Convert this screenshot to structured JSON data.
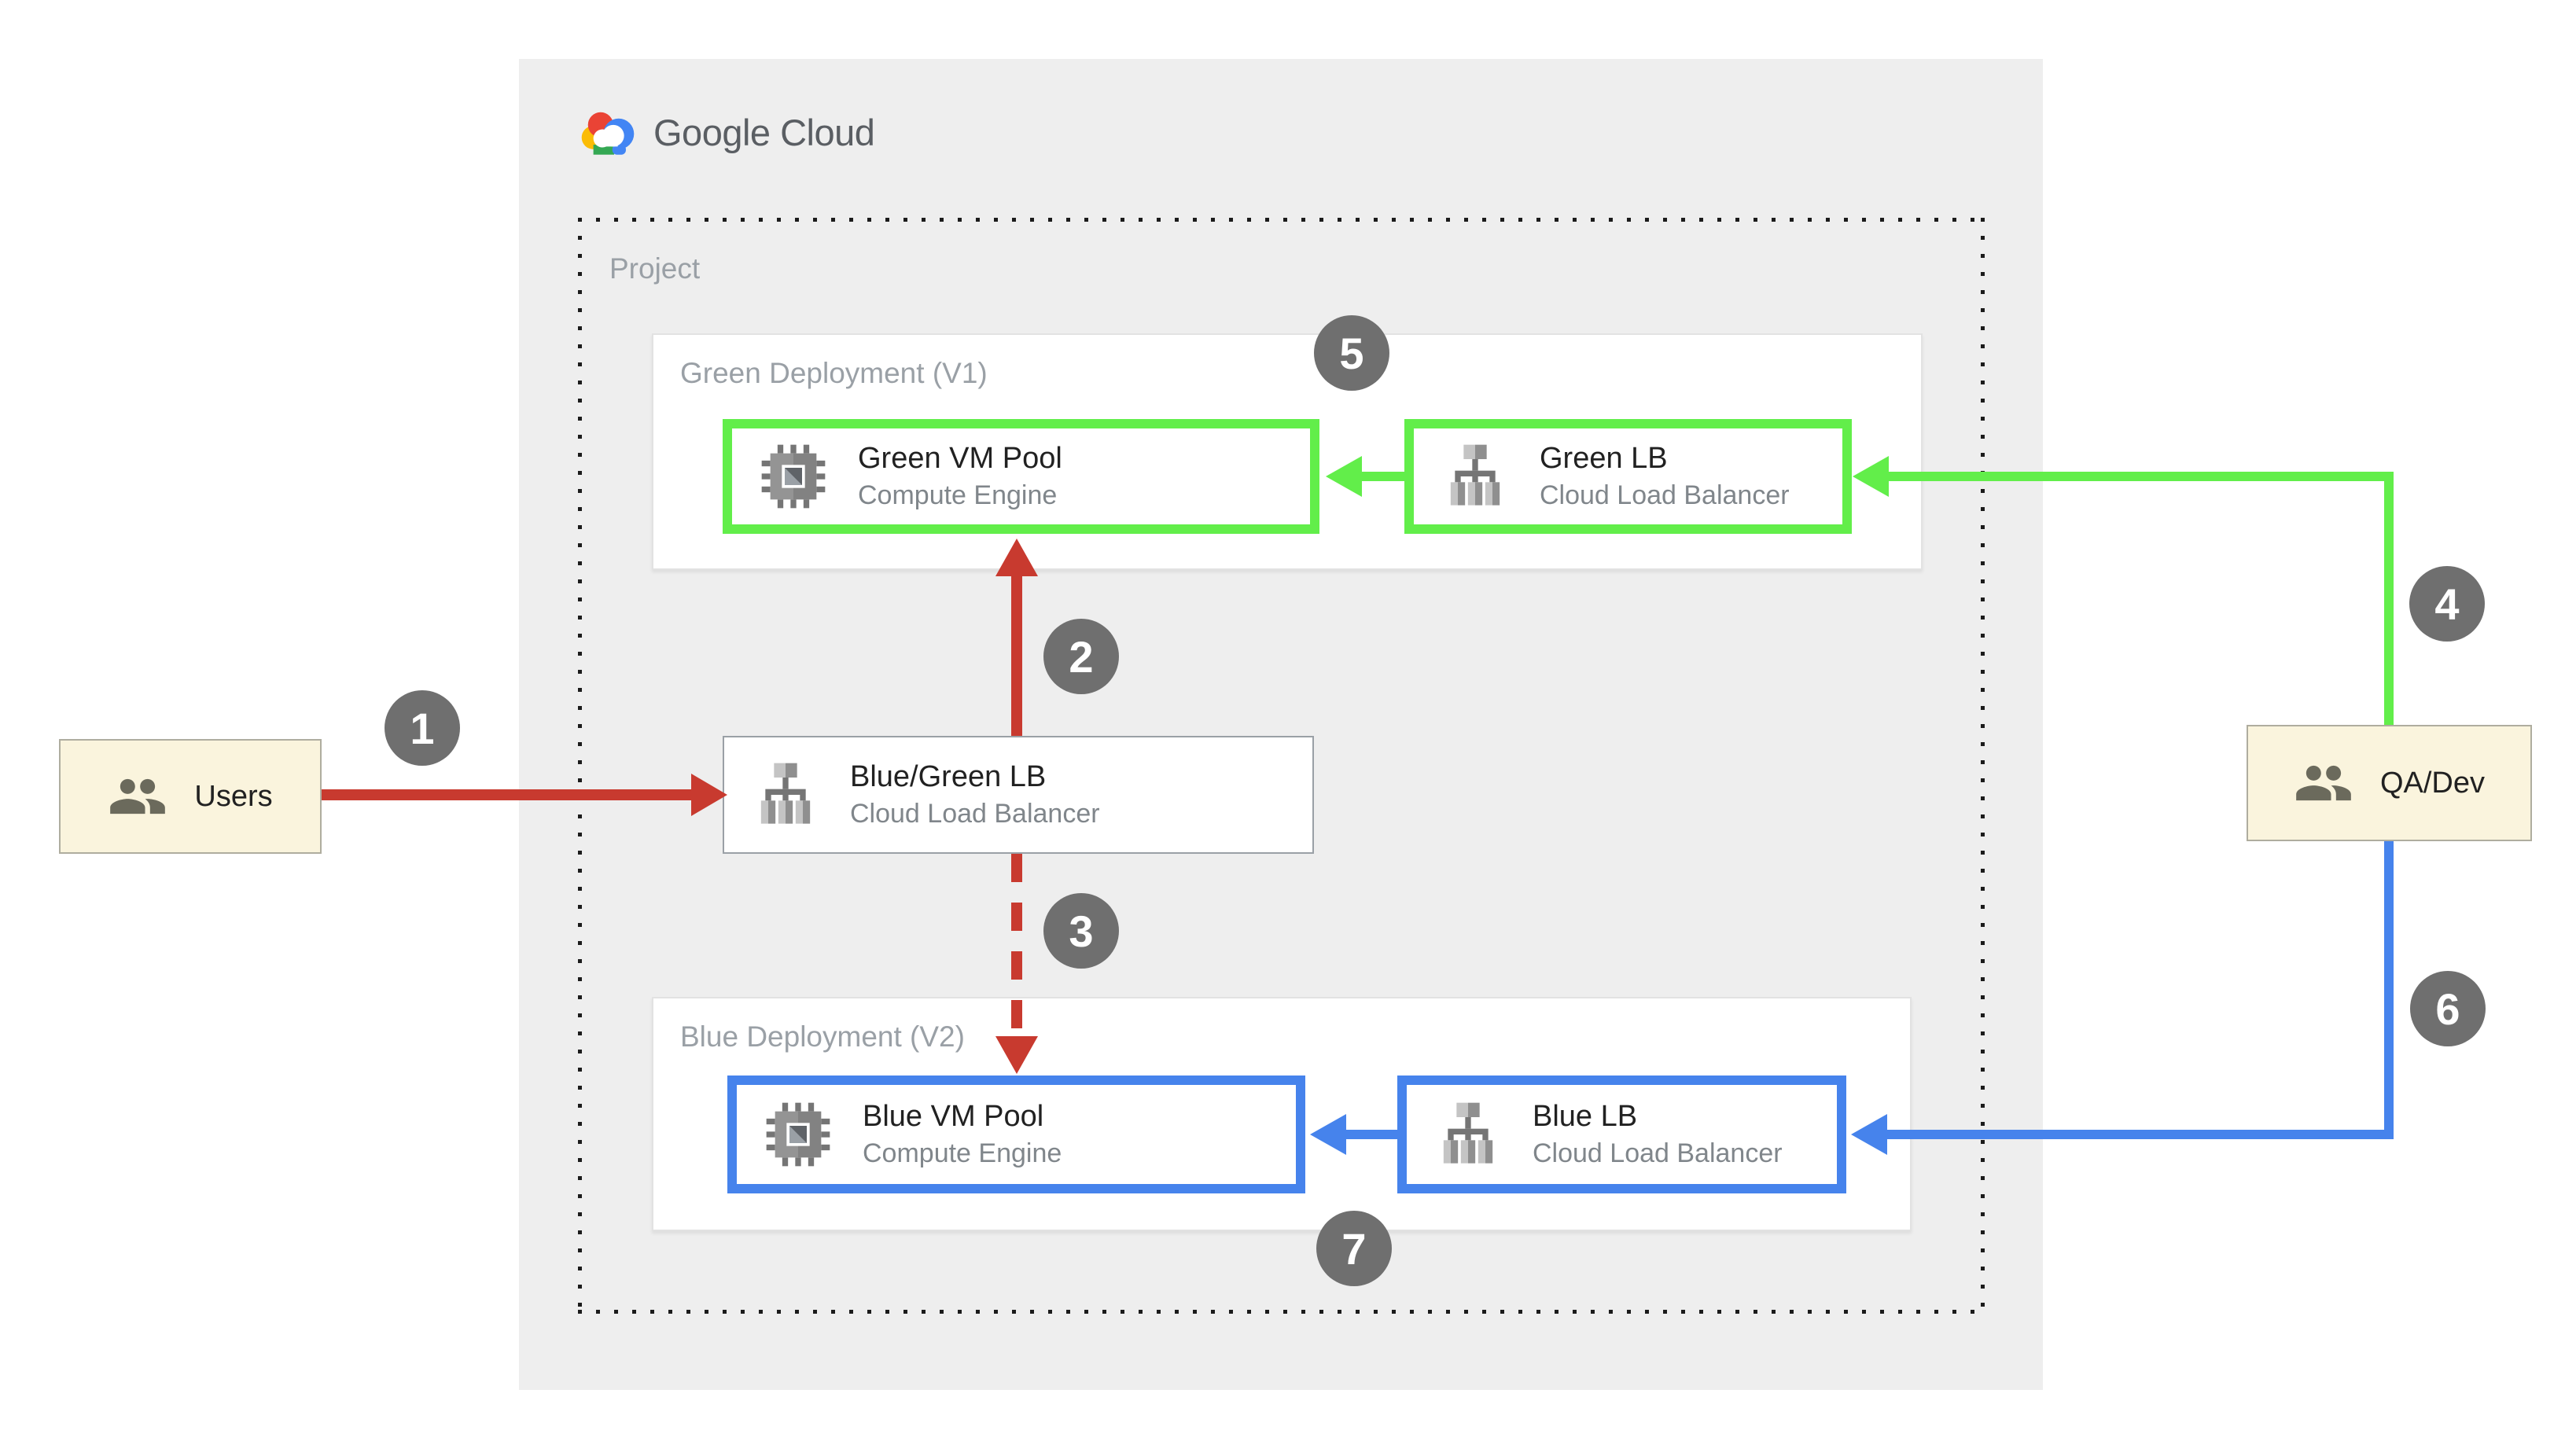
{
  "logo": {
    "text": "Google Cloud"
  },
  "project": {
    "label": "Project"
  },
  "deployments": {
    "green": {
      "label": "Green Deployment (V1)",
      "vm": {
        "title": "Green VM Pool",
        "subtitle": "Compute Engine"
      },
      "lb": {
        "title": "Green LB",
        "subtitle": "Cloud Load Balancer"
      }
    },
    "blue": {
      "label": "Blue Deployment (V2)",
      "vm": {
        "title": "Blue VM Pool",
        "subtitle": "Compute Engine"
      },
      "lb": {
        "title": "Blue LB",
        "subtitle": "Cloud Load Balancer"
      }
    }
  },
  "main_lb": {
    "title": "Blue/Green LB",
    "subtitle": "Cloud Load Balancer"
  },
  "actors": {
    "users": {
      "label": "Users"
    },
    "qadev": {
      "label": "QA/Dev"
    }
  },
  "steps": [
    "1",
    "2",
    "3",
    "4",
    "5",
    "6",
    "7"
  ],
  "colors": {
    "green": "#62EE4A",
    "blue": "#4683EC",
    "red": "#C83A2F",
    "badge": "#6F6F6F",
    "panel": "#EEEEEE",
    "cream": "#FAF4DD",
    "labelgray": "#9AA0A6",
    "subgray": "#80868B",
    "titledark": "#212121",
    "logogray": "#5A5E63"
  }
}
